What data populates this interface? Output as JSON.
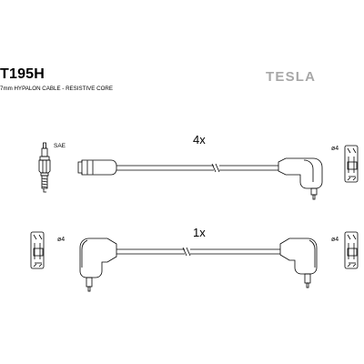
{
  "header": {
    "part_number": "T195H",
    "description": "7mm HYPALON CABLE - RESISTIVE CORE",
    "brand": "TESLA"
  },
  "diagram": {
    "plug_label": "SAE",
    "lead_a": {
      "quantity": "4x",
      "end_a_label": "ø4"
    },
    "lead_b": {
      "quantity": "1x",
      "end_a_label": "ø4",
      "end_b_label": "ø4"
    }
  }
}
